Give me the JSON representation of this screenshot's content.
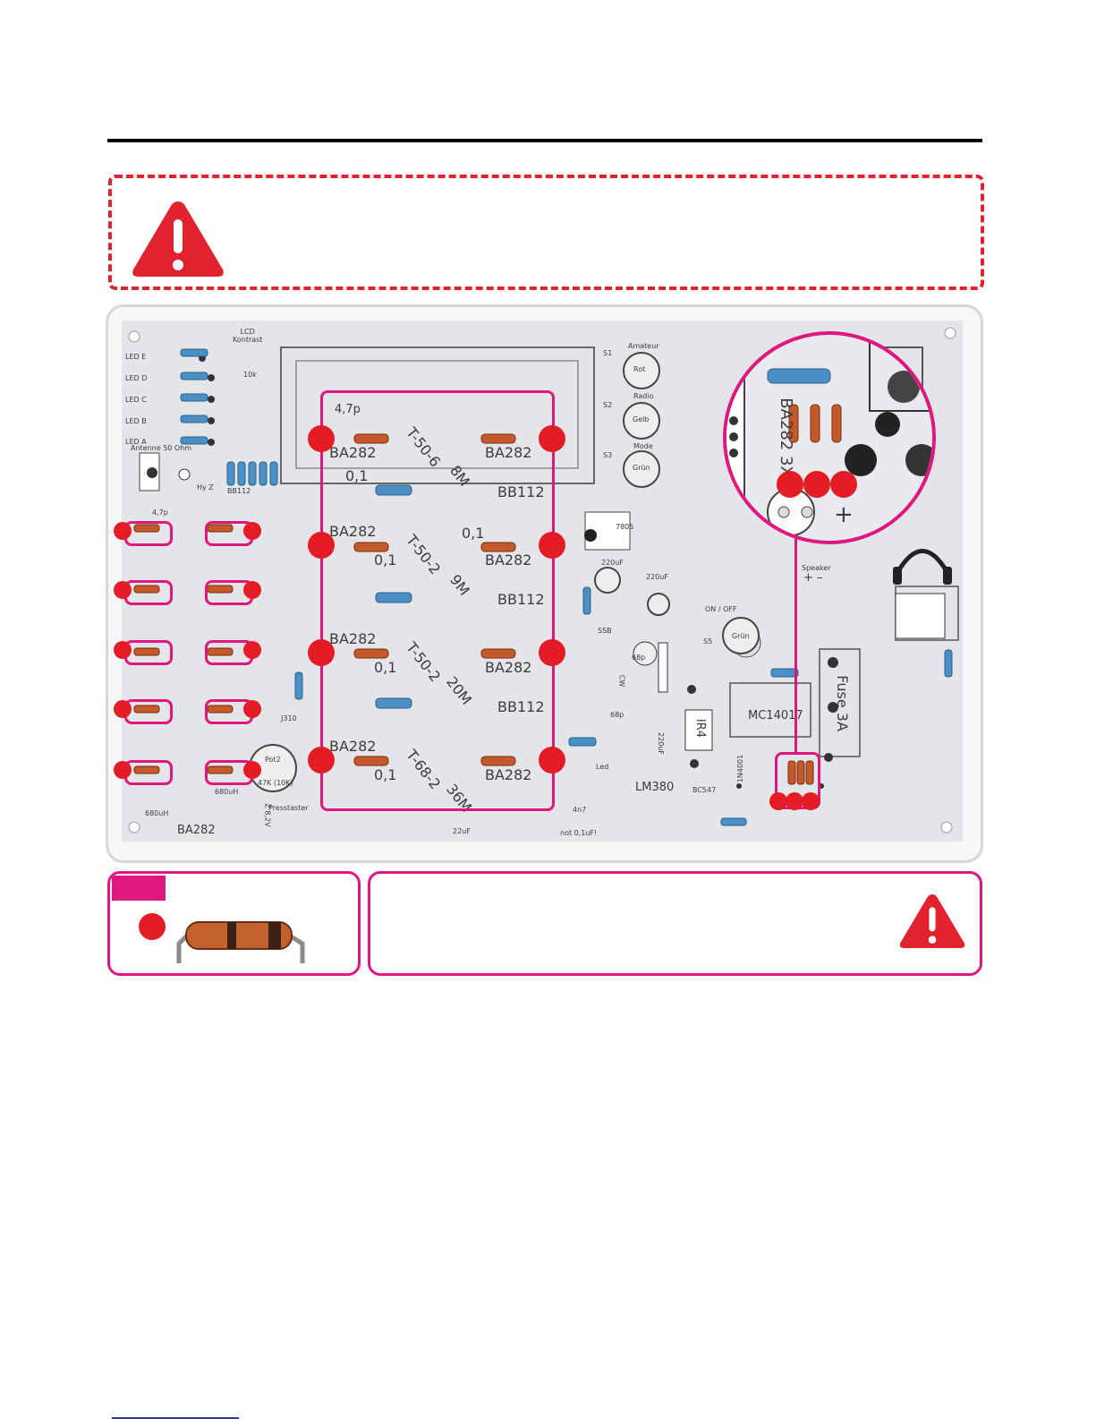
{
  "colors": {
    "warning_red": "#e0232e",
    "accent_magenta": "#e0177e",
    "marker_red": "#e31c26"
  },
  "icons": {
    "warning": "warning-triangle-icon",
    "headphones": "headphones-icon"
  },
  "pcb_labels": {
    "lcd_kontrast": "LCD\nKontrast",
    "tenk": "10k",
    "led_e": "LED E",
    "led_d": "LED D",
    "led_c": "LED C",
    "led_b": "LED B",
    "led_a": "LED A",
    "antenne": "Antenne 50 Ohm",
    "hyz": "Hy Z",
    "c47p_left": "4,7p",
    "c47p": "4,7p",
    "c01": "0,1",
    "ba282": "BA282",
    "bb112": "BB112",
    "t506": "T-50-6",
    "t502": "T-50-2",
    "t682": "T-68-2",
    "m8": "8M",
    "m9": "9M",
    "m20": "20M",
    "m36": "36M",
    "s1": "S1",
    "s2": "S2",
    "s3": "S3",
    "amateur": "Amateur",
    "rot": "Rot",
    "radio": "Radio",
    "gelb": "Gelb",
    "mode": "Mode",
    "gruen": "Grün",
    "v7805": "7805",
    "c220uf": "220uF",
    "speaker": "Speaker",
    "plus_minus": "+ –",
    "on_off": "ON / OFF",
    "s5": "S5",
    "ssb": "SSB",
    "c68p": "68p",
    "cw": "CW",
    "bc547": "BC547",
    "mc14017": "MC14017",
    "fuse": "Fuse 3A",
    "ir4": "IR4",
    "lm380": "LM380",
    "n4001": "1N4001",
    "j310": "J310",
    "pot2": "Pot2",
    "k47": "47K (10K)",
    "c680uh": "680uH",
    "c22uf": "22uF",
    "c4n7": "4n7",
    "not01": "not 0,1uF!",
    "led": "Led",
    "ba282_3x": "BA282 3X",
    "plus": "+",
    "z82v": "Z 8,2V",
    "presstaster": "Presstaster"
  }
}
